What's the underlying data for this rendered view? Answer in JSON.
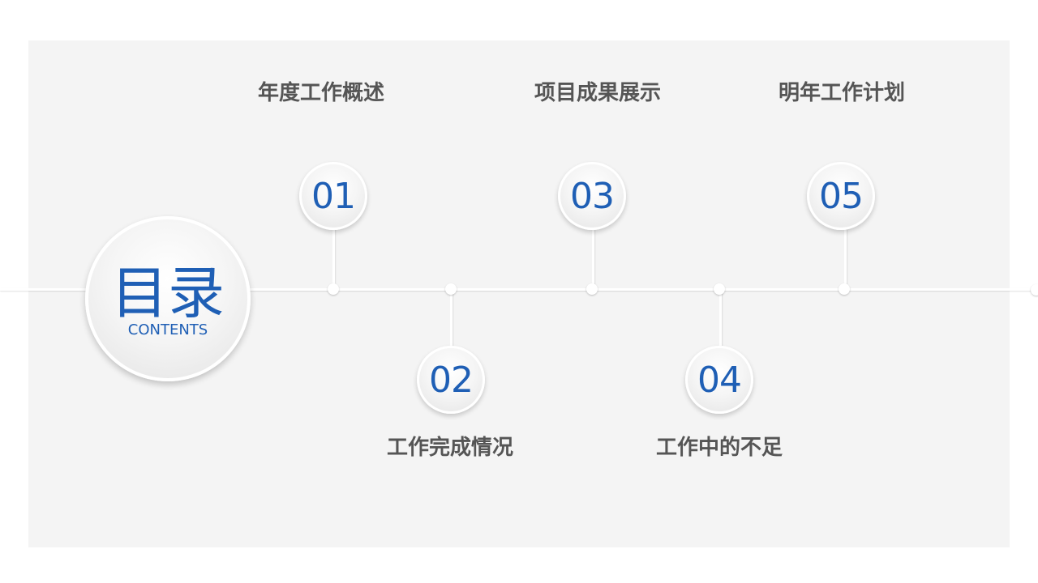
{
  "title": {
    "main": "目录",
    "sub": "CONTENTS"
  },
  "items": [
    {
      "number": "01",
      "label": "年度工作概述"
    },
    {
      "number": "02",
      "label": "工作完成情况"
    },
    {
      "number": "03",
      "label": "项目成果展示"
    },
    {
      "number": "04",
      "label": "工作中的不足"
    },
    {
      "number": "05",
      "label": "明年工作计划"
    }
  ],
  "colors": {
    "accent": "#1f5fb5",
    "label_text": "#555555",
    "panel_bg": "#f4f4f4",
    "page_bg": "#ffffff"
  }
}
